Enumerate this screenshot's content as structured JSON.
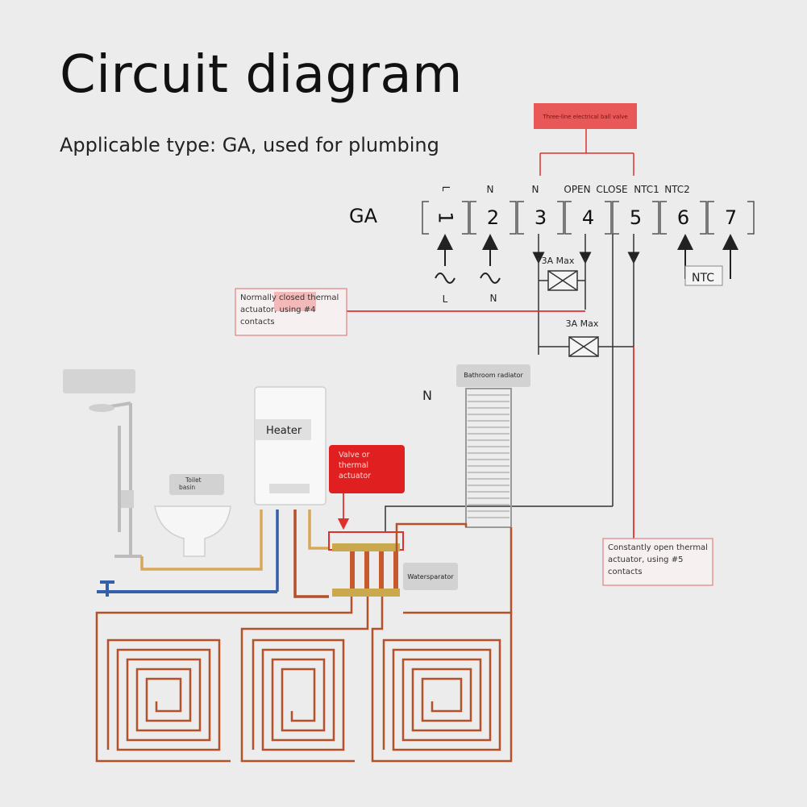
{
  "header": {
    "title": "Circuit diagram",
    "subtitle": "Applicable type: GA, used for plumbing"
  },
  "terminal_block": {
    "label": "GA",
    "top_labels": [
      "L",
      "N",
      "N",
      "OPEN",
      "CLOSE",
      "NTC1",
      "NTC2"
    ],
    "numbers": [
      "1",
      "2",
      "3",
      "4",
      "5",
      "6",
      "7"
    ]
  },
  "power": {
    "live": "L",
    "neutral": "N"
  },
  "ratings": {
    "relay_top": "3A Max",
    "relay_bottom": "3A Max"
  },
  "sensor_label": "NTC",
  "neutral_label": "N",
  "callouts": {
    "ball_valve": "Three-line electrical ball valve",
    "normally_closed": "Normally closed thermal actuator, using #4 contacts",
    "constantly_open": "Constantly open thermal actuator, using #5 contacts",
    "valve_actuator": "Valve or thermal actuator"
  },
  "components": {
    "heater": "Heater",
    "bathroom_radiator": "Bathroom radiator",
    "toilet_basin": "Toilet basin",
    "water_separator": "Watersparator"
  },
  "colors": {
    "wire": "#333333",
    "signal_red": "#e0302e",
    "hot_pipe": "#b4502a",
    "cold_pipe": "#355fa8",
    "warm_pipe": "#d8a85a",
    "callout_fill": "#e84848"
  }
}
